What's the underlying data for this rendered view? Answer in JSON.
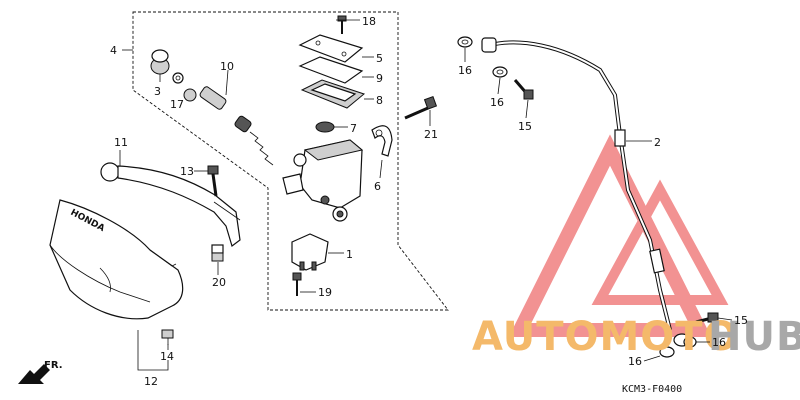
{
  "diagram": {
    "code": "KCM3-F0400",
    "front_marker": "FR.",
    "brand_on_guard": "HONDA",
    "callouts": [
      "1",
      "2",
      "3",
      "4",
      "5",
      "6",
      "7",
      "8",
      "9",
      "10",
      "11",
      "12",
      "13",
      "14",
      "15",
      "15",
      "16",
      "16",
      "16",
      "16",
      "17",
      "18",
      "19",
      "20",
      "21"
    ]
  },
  "watermark": {
    "word_orange": "AUTOMOTO",
    "word_gray": "HUB",
    "orange": "#f4b96a",
    "gray": "#a8a8a8",
    "triangle": "#f08080"
  }
}
